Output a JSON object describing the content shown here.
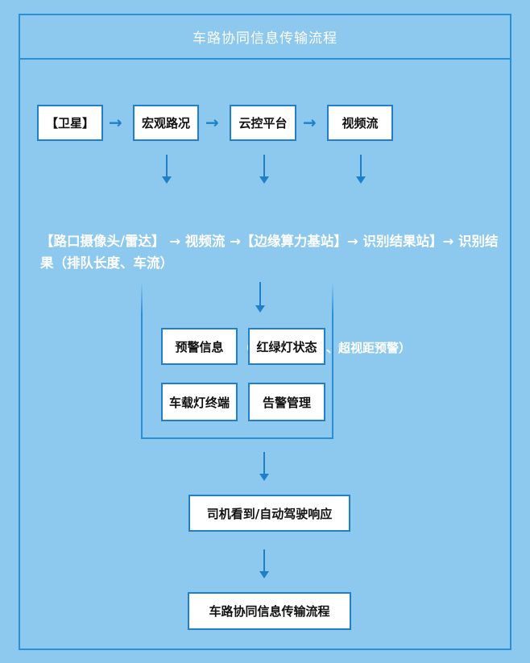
{
  "title": "车路协同信息传输流程",
  "row1": {
    "box1": "【卫星】",
    "box2": "宏观路况",
    "box3": "云控平台",
    "box4": "视频流",
    "arrow": "→"
  },
  "flow_text": "【路口摄像头/雷达】 → 视频流 →【边缘算力基站】→ 识别结果站】→ 识别结果（排队长度、车流）",
  "middle": {
    "warning_info": "预警信息",
    "signal_status": "红绿灯状态",
    "paren_text_before": "（",
    "paren_text_after": "、超视距预警）",
    "vehicle_terminal": "车载灯终端",
    "alert_management": "告警管理"
  },
  "driver_response": "司机看到/自动驾驶响应",
  "footer_box": "车路协同信息传输流程",
  "colors": {
    "background": "#8dc9ef",
    "line": "#2b8fd6",
    "box_border": "#1f7fc8",
    "box_fill": "#ffffff"
  }
}
